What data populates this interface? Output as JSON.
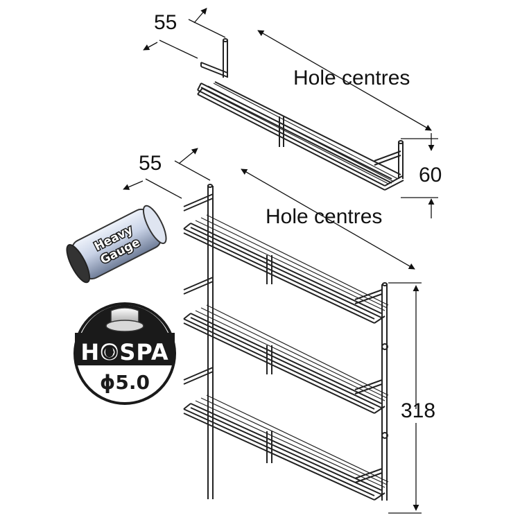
{
  "dimensions": {
    "top_rack_depth": "55",
    "top_rack_span": "Hole centres",
    "top_rack_height": "60",
    "bottom_rack_depth": "55",
    "bottom_rack_span": "Hole centres",
    "bottom_rack_height": "318"
  },
  "heavy_gauge_badge": {
    "line1": "Heavy",
    "line2": "Gauge"
  },
  "hospa_badge": {
    "brand": "HOSPA",
    "size": "ϕ5.0"
  },
  "icons": [
    "heavy-gauge-tube-icon",
    "hospa-screw-icon"
  ],
  "colors": {
    "line": "#222222",
    "badge_bg": "#1a1a1a",
    "tube": "#c9d3e6"
  }
}
